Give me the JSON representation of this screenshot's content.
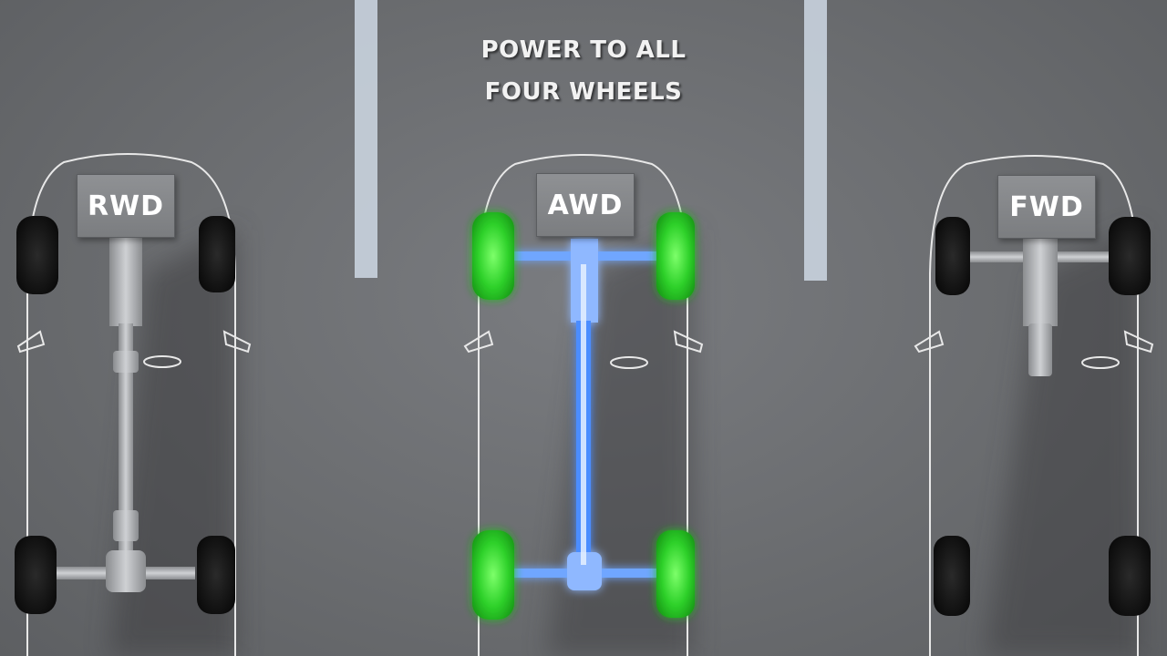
{
  "caption": {
    "line1": "POWER TO ALL",
    "line2": "FOUR WHEELS"
  },
  "drivetrains": [
    {
      "label": "RWD",
      "powered_wheels": "rear"
    },
    {
      "label": "AWD",
      "powered_wheels": "all",
      "highlight_color": "#33dd33",
      "driveshaft_glow": "#4c8dff"
    },
    {
      "label": "FWD",
      "powered_wheels": "front"
    }
  ],
  "colors": {
    "road": "#6b6d70",
    "lane_marking": "#c9d3de",
    "car_outline": "#e8e8e8",
    "tire": "#111111",
    "powered_tire": "#33dd33",
    "shaft_glow": "#4c8dff"
  }
}
